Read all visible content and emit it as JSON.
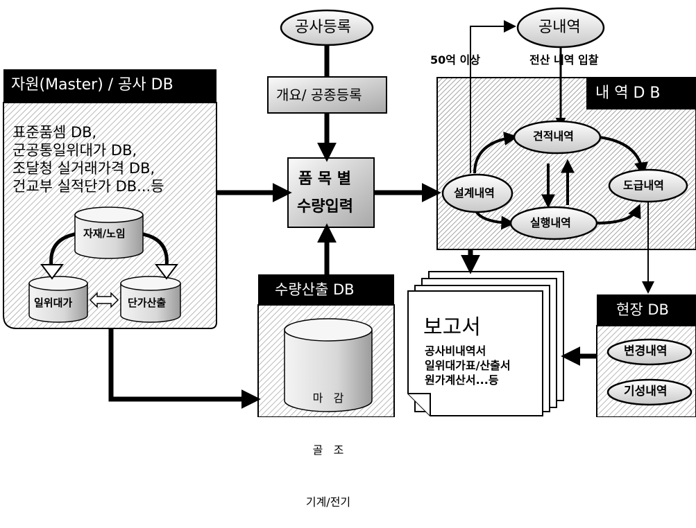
{
  "nodes": {
    "construction_reg": "공사등록",
    "overview_reg": "개요/ 공종등록",
    "item_qty_line1": "품 목 별",
    "item_qty_line2": "수량입력",
    "public_detail": "공내역"
  },
  "annotations": {
    "over_5bn": "50억 이상",
    "e_bid": "전산 내역 입찰"
  },
  "resource_db": {
    "title": "자원(Master) / 공사 DB",
    "lines": [
      "표준품셈 DB,",
      "군공통일위대가 DB,",
      "조달청 실거래가격 DB,",
      "건교부 실적단가 DB...등"
    ],
    "cyl_material": "자재/노임",
    "cyl_unit_price": "일위대가",
    "cyl_price_calc": "단가산출"
  },
  "detail_db": {
    "title": "내 역 D B",
    "estimate": "견적내역",
    "design": "설계내역",
    "subcontract": "도급내역",
    "execution": "실행내역"
  },
  "quantity_db": {
    "title": "수량산출 DB",
    "cyl_line1": "마   감",
    "cyl_line2": "골   조",
    "cyl_line3": "기계/전기"
  },
  "report": {
    "title": "보고서",
    "lines": [
      "공사비내역서",
      "일위대가표/산출서",
      "원가계산서...등"
    ]
  },
  "site_db": {
    "title": "현장 DB",
    "change": "변경내역",
    "progress": "기성내역"
  }
}
